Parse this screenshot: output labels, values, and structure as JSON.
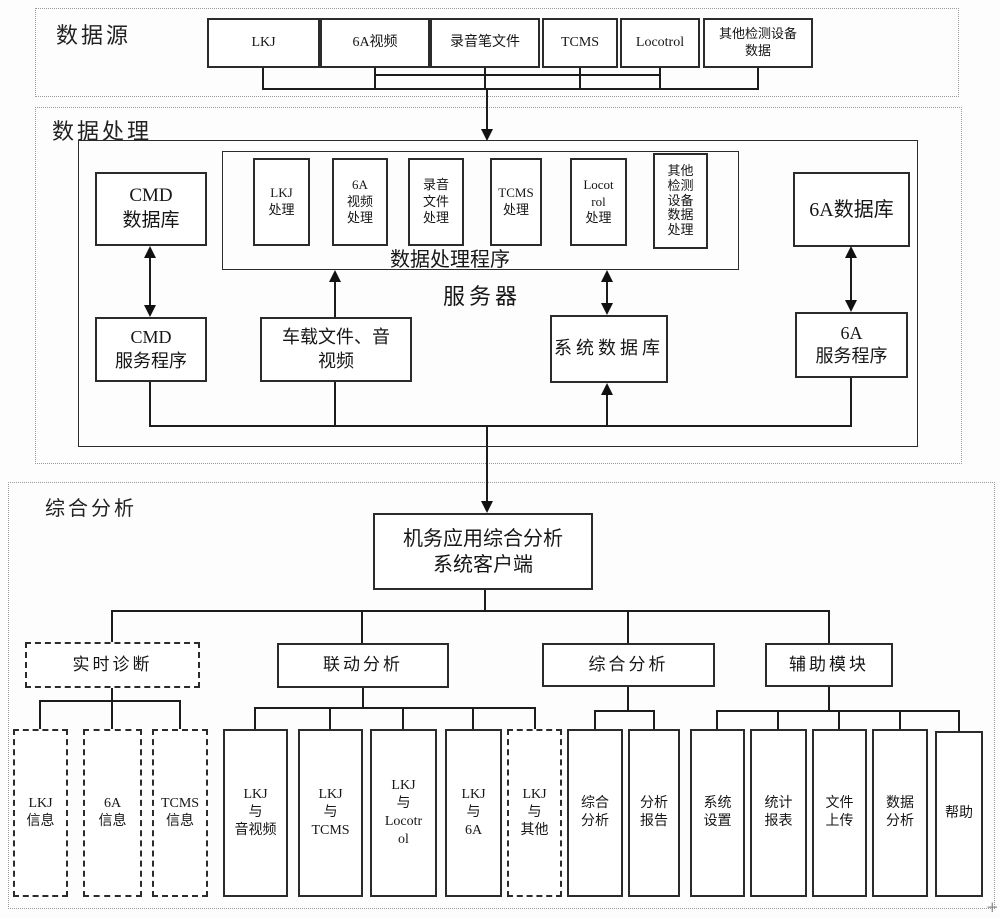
{
  "sections": {
    "source_label": "数据源",
    "processing_label": "数据处理",
    "analysis_label": "综合分析"
  },
  "source_row": {
    "lkj": "LKJ",
    "video6a": "6A视频",
    "recorder": "录音笔文件",
    "tcms": "TCMS",
    "locotrol": "Locotrol",
    "other": "其他检测设备\n数据"
  },
  "processing": {
    "cmd_db": "CMD\n数据库",
    "program_label": "数据处理程序",
    "server_label": "服务器",
    "lkj_proc": "LKJ\n处理",
    "video6a_proc": "6A\n视频\n处理",
    "recorder_proc": "录音\n文件\n处理",
    "tcms_proc": "TCMS\n处理",
    "locotrol_proc": "Locot\nrol\n处理",
    "other_proc": "其他\n检测\n设备\n数据\n处理",
    "db6a": "6A数据库",
    "cmd_service": "CMD\n服务程序",
    "onboard": "车载文件、音\n视频",
    "system_db": "系统数据库",
    "service6a": "6A\n服务程序"
  },
  "analysis": {
    "client": "机务应用综合分析\n系统客户端",
    "realtime": "实时诊断",
    "linkage": "联动分析",
    "comprehensive": "综合分析",
    "auxiliary": "辅助模块",
    "lkj_info": "LKJ\n信息",
    "info6a": "6A\n信息",
    "tcms_info": "TCMS\n信息",
    "lkj_av": "LKJ\n与\n音视频",
    "lkj_tcms": "LKJ\n与\nTCMS",
    "lkj_locotrol": "LKJ\n与\nLocotr\nol",
    "lkj_6a": "LKJ\n与\n6A",
    "lkj_other": "LKJ\n与\n其他",
    "comp_analysis": "综合\n分析",
    "report": "分析\n报告",
    "sys_settings": "系统\n设置",
    "stats": "统计\n报表",
    "upload": "文件\n上传",
    "data_analysis": "数据\n分析",
    "help": "帮助"
  },
  "decor": {
    "corner_mark": "+"
  }
}
